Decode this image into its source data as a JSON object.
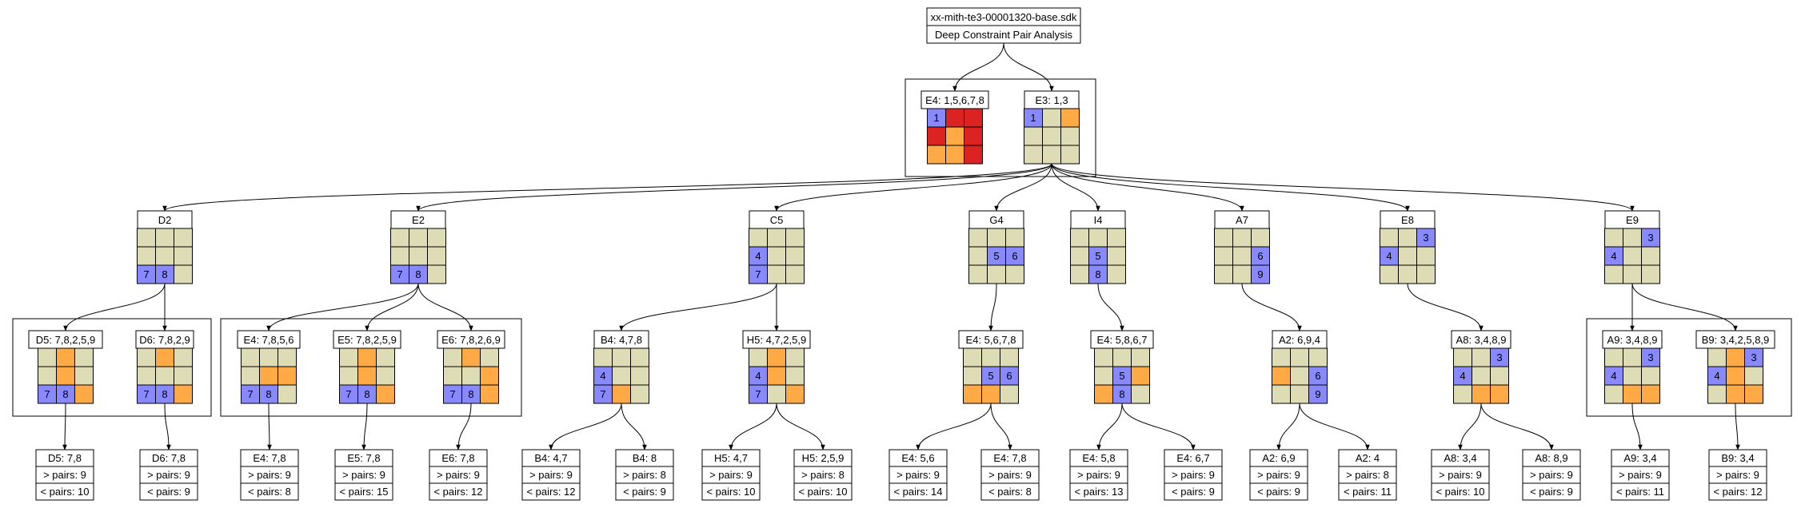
{
  "header": {
    "file": "xx-mith-te3-00001320-base.sdk",
    "subtitle": "Deep Constraint Pair Analysis"
  },
  "colors": {
    "cell": "#dedcb4",
    "blue": "#8888ff",
    "orange": "#ffaa44",
    "red": "#dd2222",
    "line": "#000000"
  },
  "boxes": [
    {
      "id": "top",
      "name": "group-top",
      "children": [
        "e4top",
        "e3top"
      ]
    },
    {
      "id": "d2g",
      "name": "group-d2-children",
      "children": [
        "d5",
        "d6"
      ]
    },
    {
      "id": "e2g",
      "name": "group-e2-children",
      "children": [
        "e4a",
        "e5a",
        "e6a"
      ]
    },
    {
      "id": "e9g",
      "name": "group-e9-children",
      "children": [
        "a9",
        "b9"
      ]
    }
  ],
  "nodes": [
    {
      "id": "e4top",
      "title": "E4: 1,5,6,7,8",
      "grid": [
        [
          "b1",
          "r",
          "r"
        ],
        [
          "r",
          "o",
          "r"
        ],
        [
          "o",
          "o",
          "r"
        ]
      ]
    },
    {
      "id": "e3top",
      "title": "E3: 1,3",
      "grid": [
        [
          "b1",
          "c",
          "o"
        ],
        [
          "c",
          "c",
          "c"
        ],
        [
          "c",
          "c",
          "c"
        ]
      ]
    },
    {
      "id": "d2",
      "title": "D2",
      "grid": [
        [
          "c",
          "c",
          "c"
        ],
        [
          "c",
          "c",
          "c"
        ],
        [
          "b7",
          "b8",
          "c"
        ]
      ]
    },
    {
      "id": "e2",
      "title": "E2",
      "grid": [
        [
          "c",
          "c",
          "c"
        ],
        [
          "c",
          "c",
          "c"
        ],
        [
          "b7",
          "b8",
          "c"
        ]
      ]
    },
    {
      "id": "c5",
      "title": "C5",
      "grid": [
        [
          "c",
          "c",
          "c"
        ],
        [
          "b4",
          "c",
          "c"
        ],
        [
          "b7",
          "c",
          "c"
        ]
      ]
    },
    {
      "id": "g4",
      "title": "G4",
      "grid": [
        [
          "c",
          "c",
          "c"
        ],
        [
          "c",
          "b5",
          "b6"
        ],
        [
          "c",
          "c",
          "c"
        ]
      ]
    },
    {
      "id": "i4",
      "title": "I4",
      "grid": [
        [
          "c",
          "c",
          "c"
        ],
        [
          "c",
          "b5",
          "c"
        ],
        [
          "c",
          "b8",
          "c"
        ]
      ]
    },
    {
      "id": "a7",
      "title": "A7",
      "grid": [
        [
          "c",
          "c",
          "c"
        ],
        [
          "c",
          "c",
          "b6"
        ],
        [
          "c",
          "c",
          "b9"
        ]
      ]
    },
    {
      "id": "e8",
      "title": "E8",
      "grid": [
        [
          "c",
          "c",
          "b3"
        ],
        [
          "b4",
          "c",
          "c"
        ],
        [
          "c",
          "c",
          "c"
        ]
      ]
    },
    {
      "id": "e9",
      "title": "E9",
      "grid": [
        [
          "c",
          "c",
          "b3"
        ],
        [
          "b4",
          "c",
          "c"
        ],
        [
          "c",
          "c",
          "c"
        ]
      ]
    },
    {
      "id": "d5",
      "title": "D5: 7,8,2,5,9",
      "grid": [
        [
          "c",
          "o",
          "c"
        ],
        [
          "c",
          "o",
          "c"
        ],
        [
          "b7",
          "b8",
          "o"
        ]
      ]
    },
    {
      "id": "d6",
      "title": "D6: 7,8,2,9",
      "grid": [
        [
          "c",
          "o",
          "c"
        ],
        [
          "c",
          "c",
          "c"
        ],
        [
          "b7",
          "b8",
          "o"
        ]
      ]
    },
    {
      "id": "e4a",
      "title": "E4: 7,8,5,6",
      "grid": [
        [
          "c",
          "c",
          "c"
        ],
        [
          "c",
          "o",
          "o"
        ],
        [
          "b7",
          "b8",
          "c"
        ]
      ]
    },
    {
      "id": "e5a",
      "title": "E5: 7,8,2,5,9",
      "grid": [
        [
          "c",
          "o",
          "c"
        ],
        [
          "c",
          "o",
          "c"
        ],
        [
          "b7",
          "b8",
          "o"
        ]
      ]
    },
    {
      "id": "e6a",
      "title": "E6: 7,8,2,6,9",
      "grid": [
        [
          "c",
          "o",
          "c"
        ],
        [
          "c",
          "c",
          "o"
        ],
        [
          "b7",
          "b8",
          "o"
        ]
      ]
    },
    {
      "id": "b4",
      "title": "B4: 4,7,8",
      "grid": [
        [
          "c",
          "c",
          "c"
        ],
        [
          "b4",
          "c",
          "c"
        ],
        [
          "b7",
          "o",
          "c"
        ]
      ]
    },
    {
      "id": "h5",
      "title": "H5: 4,7,2,5,9",
      "grid": [
        [
          "c",
          "o",
          "c"
        ],
        [
          "b4",
          "o",
          "c"
        ],
        [
          "b7",
          "c",
          "o"
        ]
      ]
    },
    {
      "id": "e4b",
      "title": "E4: 5,6,7,8",
      "grid": [
        [
          "c",
          "c",
          "c"
        ],
        [
          "c",
          "b5",
          "b6"
        ],
        [
          "o",
          "o",
          "c"
        ]
      ]
    },
    {
      "id": "e4c",
      "title": "E4: 5,8,6,7",
      "grid": [
        [
          "c",
          "c",
          "c"
        ],
        [
          "c",
          "b5",
          "o"
        ],
        [
          "o",
          "b8",
          "c"
        ]
      ]
    },
    {
      "id": "a2",
      "title": "A2: 6,9,4",
      "grid": [
        [
          "c",
          "c",
          "c"
        ],
        [
          "o",
          "c",
          "b6"
        ],
        [
          "c",
          "c",
          "b9"
        ]
      ]
    },
    {
      "id": "a8",
      "title": "A8: 3,4,8,9",
      "grid": [
        [
          "c",
          "c",
          "b3"
        ],
        [
          "b4",
          "c",
          "c"
        ],
        [
          "c",
          "o",
          "o"
        ]
      ]
    },
    {
      "id": "a9",
      "title": "A9: 3,4,8,9",
      "grid": [
        [
          "c",
          "c",
          "b3"
        ],
        [
          "b4",
          "c",
          "c"
        ],
        [
          "c",
          "o",
          "o"
        ]
      ]
    },
    {
      "id": "b9",
      "title": "B9: 3,4,2,5,8,9",
      "grid": [
        [
          "c",
          "o",
          "b3"
        ],
        [
          "b4",
          "o",
          "c"
        ],
        [
          "c",
          "o",
          "o"
        ]
      ]
    }
  ],
  "leaves": [
    {
      "id": "l1",
      "title": "D5: 7,8",
      "gt": "> pairs: 9",
      "lt": "< pairs: 10"
    },
    {
      "id": "l2",
      "title": "D6: 7,8",
      "gt": "> pairs: 9",
      "lt": "< pairs: 9"
    },
    {
      "id": "l3",
      "title": "E4: 7,8",
      "gt": "> pairs: 9",
      "lt": "< pairs: 8"
    },
    {
      "id": "l4",
      "title": "E5: 7,8",
      "gt": "> pairs: 9",
      "lt": "< pairs: 15"
    },
    {
      "id": "l5",
      "title": "E6: 7,8",
      "gt": "> pairs: 9",
      "lt": "< pairs: 12"
    },
    {
      "id": "l6",
      "title": "B4: 4,7",
      "gt": "> pairs: 9",
      "lt": "< pairs: 12"
    },
    {
      "id": "l7",
      "title": "B4: 8",
      "gt": "> pairs: 8",
      "lt": "< pairs: 9"
    },
    {
      "id": "l8",
      "title": "H5: 4,7",
      "gt": "> pairs: 9",
      "lt": "< pairs: 10"
    },
    {
      "id": "l9",
      "title": "H5: 2,5,9",
      "gt": "> pairs: 8",
      "lt": "< pairs: 10"
    },
    {
      "id": "l10",
      "title": "E4: 5,6",
      "gt": "> pairs: 9",
      "lt": "< pairs: 14"
    },
    {
      "id": "l11",
      "title": "E4: 7,8",
      "gt": "> pairs: 9",
      "lt": "< pairs: 8"
    },
    {
      "id": "l12",
      "title": "E4: 5,8",
      "gt": "> pairs: 9",
      "lt": "< pairs: 13"
    },
    {
      "id": "l13",
      "title": "E4: 6,7",
      "gt": "> pairs: 9",
      "lt": "< pairs: 9"
    },
    {
      "id": "l14",
      "title": "A2: 6,9",
      "gt": "> pairs: 9",
      "lt": "< pairs: 9"
    },
    {
      "id": "l15",
      "title": "A2: 4",
      "gt": "> pairs: 8",
      "lt": "< pairs: 11"
    },
    {
      "id": "l16",
      "title": "A8: 3,4",
      "gt": "> pairs: 9",
      "lt": "< pairs: 10"
    },
    {
      "id": "l17",
      "title": "A8: 8,9",
      "gt": "> pairs: 9",
      "lt": "< pairs: 9"
    },
    {
      "id": "l18",
      "title": "A9: 3,4",
      "gt": "> pairs: 9",
      "lt": "< pairs: 11"
    },
    {
      "id": "l19",
      "title": "B9: 3,4",
      "gt": "> pairs: 9",
      "lt": "< pairs: 12"
    }
  ],
  "edges": [
    [
      "header",
      "e4top"
    ],
    [
      "header",
      "e3top"
    ],
    [
      "e3top",
      "d2"
    ],
    [
      "e3top",
      "e2"
    ],
    [
      "e3top",
      "c5"
    ],
    [
      "e3top",
      "g4"
    ],
    [
      "e3top",
      "i4"
    ],
    [
      "e3top",
      "a7"
    ],
    [
      "e3top",
      "e8"
    ],
    [
      "e3top",
      "e9"
    ],
    [
      "d2",
      "d5"
    ],
    [
      "d2",
      "d6"
    ],
    [
      "e2",
      "e4a"
    ],
    [
      "e2",
      "e5a"
    ],
    [
      "e2",
      "e6a"
    ],
    [
      "c5",
      "b4"
    ],
    [
      "c5",
      "h5"
    ],
    [
      "g4",
      "e4b"
    ],
    [
      "i4",
      "e4c"
    ],
    [
      "a7",
      "a2"
    ],
    [
      "e8",
      "a8"
    ],
    [
      "e9",
      "a9"
    ],
    [
      "e9",
      "b9"
    ],
    [
      "d5",
      "l1"
    ],
    [
      "d6",
      "l2"
    ],
    [
      "e4a",
      "l3"
    ],
    [
      "e5a",
      "l4"
    ],
    [
      "e6a",
      "l5"
    ],
    [
      "b4",
      "l6"
    ],
    [
      "b4",
      "l7"
    ],
    [
      "h5",
      "l8"
    ],
    [
      "h5",
      "l9"
    ],
    [
      "e4b",
      "l10"
    ],
    [
      "e4b",
      "l11"
    ],
    [
      "e4c",
      "l12"
    ],
    [
      "e4c",
      "l13"
    ],
    [
      "a2",
      "l14"
    ],
    [
      "a2",
      "l15"
    ],
    [
      "a8",
      "l16"
    ],
    [
      "a8",
      "l17"
    ],
    [
      "a9",
      "l18"
    ],
    [
      "b9",
      "l19"
    ]
  ]
}
